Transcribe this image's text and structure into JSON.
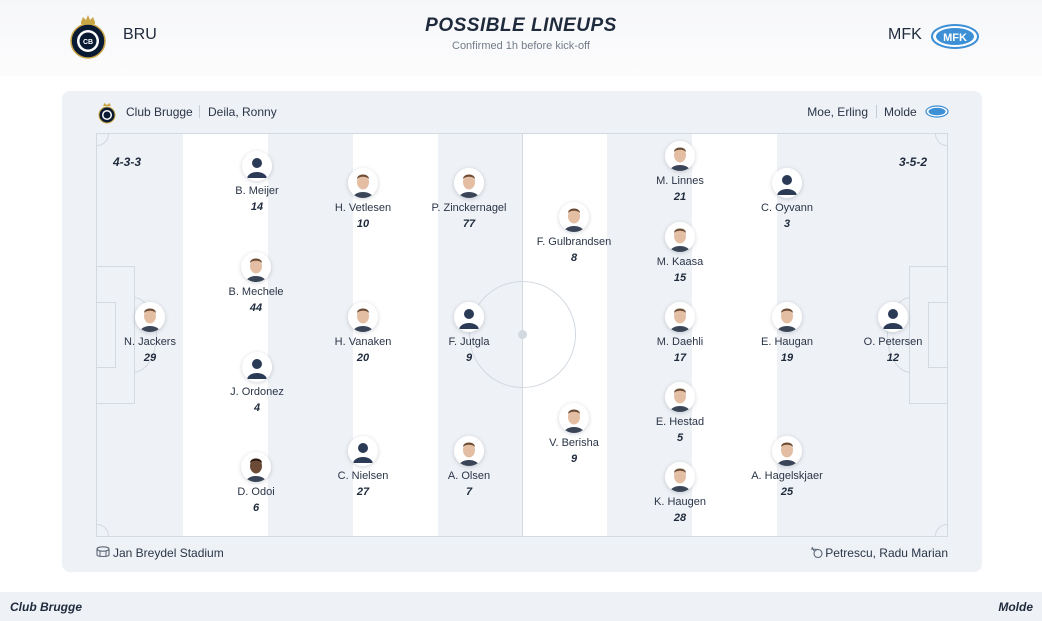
{
  "header": {
    "title": "POSSIBLE LINEUPS",
    "subtitle": "Confirmed 1h before kick-off",
    "home_abbr": "BRU",
    "away_abbr": "MFK",
    "home_logo": "club-brugge-crest",
    "away_logo": "molde-fk-crest"
  },
  "info": {
    "home_team": "Club Brugge",
    "home_coach": "Deila, Ronny",
    "away_coach": "Moe, Erling",
    "away_team": "Molde"
  },
  "formations": {
    "home": "4-3-3",
    "away": "3-5-2"
  },
  "players": [
    {
      "name": "N. Jackers",
      "number": "29",
      "side": "home",
      "skin": "light"
    },
    {
      "name": "B. Meijer",
      "number": "14",
      "side": "home",
      "skin": "placeholder"
    },
    {
      "name": "B. Mechele",
      "number": "44",
      "side": "home",
      "skin": "light"
    },
    {
      "name": "J. Ordonez",
      "number": "4",
      "side": "home",
      "skin": "placeholder"
    },
    {
      "name": "D. Odoi",
      "number": "6",
      "side": "home",
      "skin": "dark"
    },
    {
      "name": "H. Vetlesen",
      "number": "10",
      "side": "home",
      "skin": "light"
    },
    {
      "name": "H. Vanaken",
      "number": "20",
      "side": "home",
      "skin": "light"
    },
    {
      "name": "C. Nielsen",
      "number": "27",
      "side": "home",
      "skin": "placeholder"
    },
    {
      "name": "P. Zinckernagel",
      "number": "77",
      "side": "home",
      "skin": "light"
    },
    {
      "name": "F. Jutgla",
      "number": "9",
      "side": "home",
      "skin": "placeholder"
    },
    {
      "name": "A. Olsen",
      "number": "7",
      "side": "home",
      "skin": "light"
    },
    {
      "name": "F. Gulbrandsen",
      "number": "8",
      "side": "away",
      "skin": "light"
    },
    {
      "name": "V. Berisha",
      "number": "9",
      "side": "away",
      "skin": "light"
    },
    {
      "name": "M. Linnes",
      "number": "21",
      "side": "away",
      "skin": "light"
    },
    {
      "name": "M. Kaasa",
      "number": "15",
      "side": "away",
      "skin": "light"
    },
    {
      "name": "M. Daehli",
      "number": "17",
      "side": "away",
      "skin": "light"
    },
    {
      "name": "E. Hestad",
      "number": "5",
      "side": "away",
      "skin": "light"
    },
    {
      "name": "K. Haugen",
      "number": "28",
      "side": "away",
      "skin": "light"
    },
    {
      "name": "C. Oyvann",
      "number": "3",
      "side": "away",
      "skin": "placeholder"
    },
    {
      "name": "E. Haugan",
      "number": "19",
      "side": "away",
      "skin": "light"
    },
    {
      "name": "A. Hagelskjaer",
      "number": "25",
      "side": "away",
      "skin": "light"
    },
    {
      "name": "O. Petersen",
      "number": "12",
      "side": "away",
      "skin": "placeholder"
    }
  ],
  "footer": {
    "stadium": "Jan Breydel Stadium",
    "referee": "Petrescu, Radu Marian",
    "stadium_icon": "stadium-icon",
    "referee_icon": "whistle-icon"
  },
  "bottom": {
    "home_team": "Club Brugge",
    "away_team": "Molde"
  },
  "colors": {
    "primary_text": "#1f2b3d",
    "muted_text": "#737c89",
    "pitch_stripe_light": "#ffffff",
    "pitch_stripe_dark": "#eef1f5",
    "pitch_lines": "#d3d9e1",
    "placeholder_avatar": "#2b3a55",
    "molde_blue": "#3d8fd6",
    "brugge_navy": "#0a1a33"
  }
}
